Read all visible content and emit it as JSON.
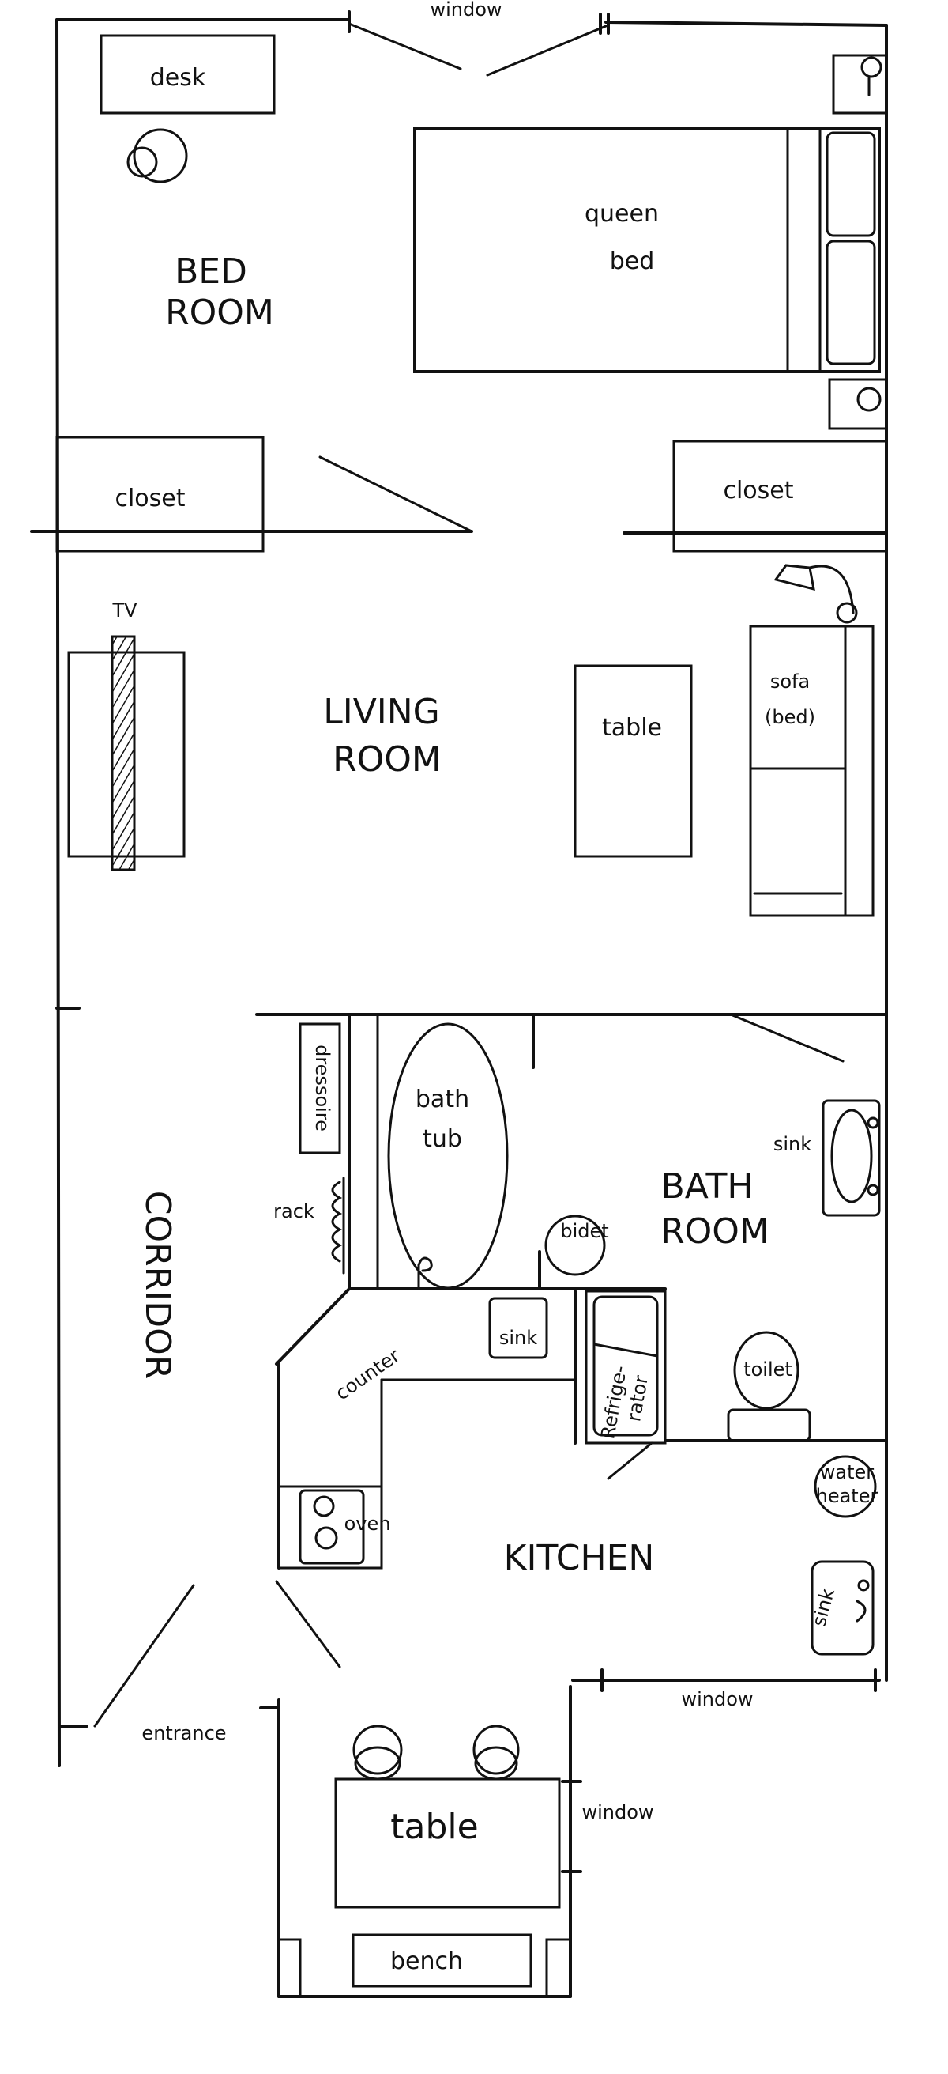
{
  "title": "Apartment floor plan (hand-drawn)",
  "ink_color": "#111111",
  "rooms": {
    "bedroom": [
      "BED",
      "ROOM"
    ],
    "living": [
      "LIVING",
      "ROOM"
    ],
    "bathroom": [
      "BATH",
      "ROOM"
    ],
    "kitchen": "KITCHEN",
    "corridor": "CORRIDOR"
  },
  "labels": {
    "window_top": "window",
    "desk": "desk",
    "queen_bed": [
      "queen",
      "bed"
    ],
    "closet_left": "closet",
    "closet_right": "closet",
    "tv": "TV",
    "living_table": "table",
    "sofa": [
      "sofa",
      "(bed)"
    ],
    "dressoire": "dressoire",
    "rack": "rack",
    "bathtub": [
      "bath",
      "tub"
    ],
    "bidet": "bidet",
    "bath_sink": "sink",
    "toilet": "toilet",
    "counter": "counter",
    "kitchen_small_sink": "sink",
    "refrigerator": [
      "Refrige-",
      "rator"
    ],
    "oven": "oven",
    "water_heater": [
      "water",
      "heater"
    ],
    "kitchen_sink": "sink",
    "window_kitchen": "window",
    "window_dining": "window",
    "entrance": "entrance",
    "dining_table": "table",
    "bench": "bench"
  }
}
